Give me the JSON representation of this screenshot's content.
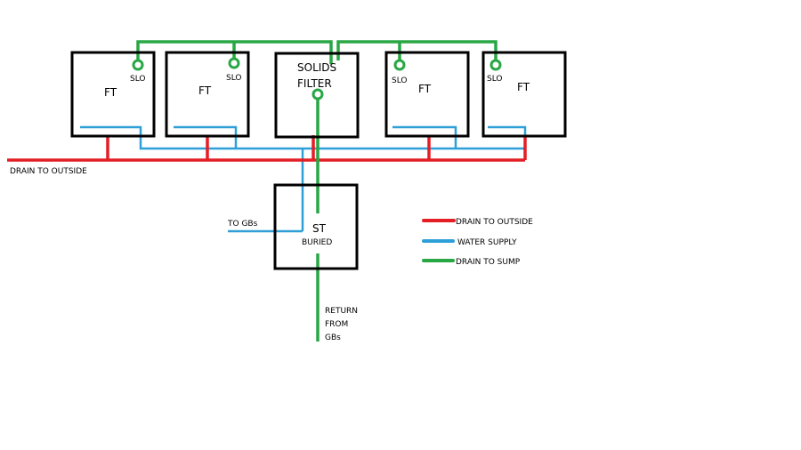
{
  "tanks": [
    {
      "label": "FT",
      "slo": "SLO"
    },
    {
      "label": "FT",
      "slo": "SLO"
    },
    {
      "label": "FT",
      "slo": "SLO"
    },
    {
      "label": "FT",
      "slo": "SLO"
    }
  ],
  "solids_filter": {
    "line1": "SOLIDS",
    "line2": "FILTER"
  },
  "sump_tank": {
    "label": "ST",
    "sublabel": "BURIED"
  },
  "pipe_labels": {
    "drain_outside": "DRAIN TO OUTSIDE",
    "to_gbs": "TO GBs",
    "return_line1": "RETURN",
    "return_line2": "FROM",
    "return_line3": "GBs"
  },
  "legend": [
    {
      "label": "DRAIN TO OUTSIDE",
      "color": "#e41e25"
    },
    {
      "label": "WATER SUPPLY",
      "color": "#2f9fd8"
    },
    {
      "label": "DRAIN TO SUMP",
      "color": "#28a745"
    }
  ]
}
